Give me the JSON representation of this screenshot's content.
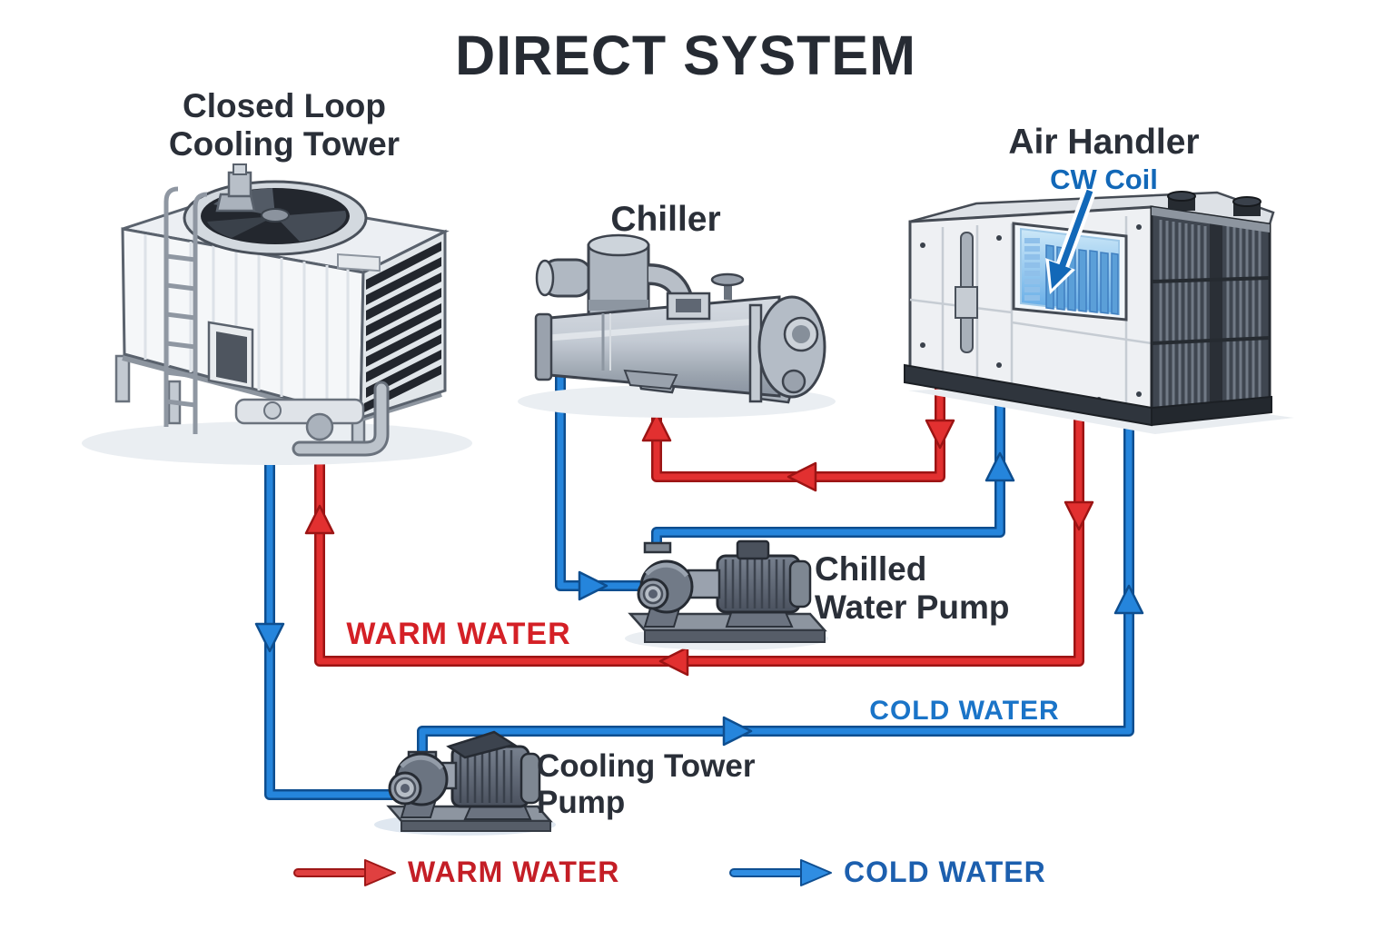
{
  "title": "DIRECT SYSTEM",
  "colors": {
    "warm_pipe": "#e23030",
    "warm_pipe_outline": "#9c1414",
    "warm_text": "#d42026",
    "warm_legend_text": "#c41e26",
    "cold_pipe": "#2585dc",
    "cold_pipe_outline": "#0e4e8f",
    "cold_text": "#1a74c8",
    "cold_legend_text": "#1c5fae",
    "coil_label_blue": "#1268b8",
    "label_dark": "#2a2f38",
    "title_dark": "#262b33"
  },
  "equipment": {
    "cooling_tower": {
      "label_line1": "Closed Loop",
      "label_line2": "Cooling Tower"
    },
    "chiller": {
      "label": "Chiller"
    },
    "air_handler": {
      "label": "Air Handler",
      "coil_label": "CW Coil"
    },
    "chilled_water_pump": {
      "label_line1": "Chilled",
      "label_line2": "Water Pump"
    },
    "cooling_tower_pump": {
      "label_line1": "Cooling Tower",
      "label_line2": "Pump"
    }
  },
  "flow_labels": {
    "warm_line": "WARM WATER",
    "cold_line": "COLD WATER"
  },
  "legend": {
    "warm": "WARM WATER",
    "cold": "COLD WATER"
  }
}
